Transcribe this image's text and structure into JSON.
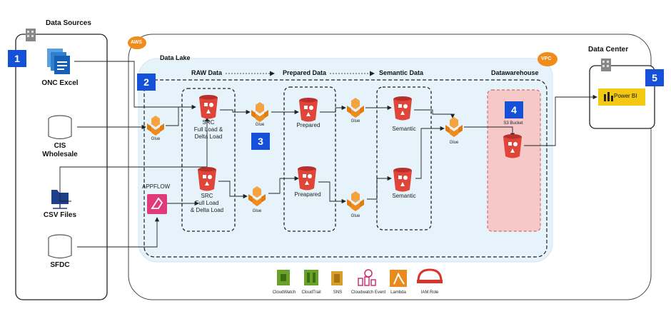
{
  "sources": {
    "title": "Data Sources",
    "items": [
      "ONC Excel",
      "CIS Wholesale",
      "CSV Files",
      "SFDC"
    ]
  },
  "aws": {
    "badge": "AWS",
    "vpc_badge": "VPC",
    "data_lake": "Data Lake"
  },
  "stages": {
    "raw": "RAW Data",
    "prepared": "Prepared Data",
    "semantic": "Semantic Data",
    "warehouse": "Datawarehouse"
  },
  "nodes": {
    "glue": "Glue",
    "src_top": [
      "SRC",
      "Full Load &",
      "Delta Load"
    ],
    "src_bottom": [
      "SRC",
      "Full Load",
      "& Delta Load"
    ],
    "prepared": "Prepared",
    "prepared_bottom": "Preapared",
    "semantic": "Semantic",
    "appflow": "APPFLOW",
    "s3": "S3 Bucket"
  },
  "data_center": {
    "title": "Data Center",
    "powerbi": "Power BI"
  },
  "numbers": [
    "1",
    "2",
    "3",
    "4",
    "5"
  ],
  "services": [
    "CloudWatch",
    "CloudTrail",
    "SNS",
    "Cloudwatch Event",
    "Lambda",
    "IAM Role"
  ],
  "colors": {
    "glue": "#f08c1a",
    "s3": "#e0453a",
    "lake_bg": "#e6f3fb",
    "warehouse_bg": "#f6c9c9",
    "badge": "#1450d8",
    "powerbi": "#f2c811",
    "appflow": "#e03a7a"
  }
}
